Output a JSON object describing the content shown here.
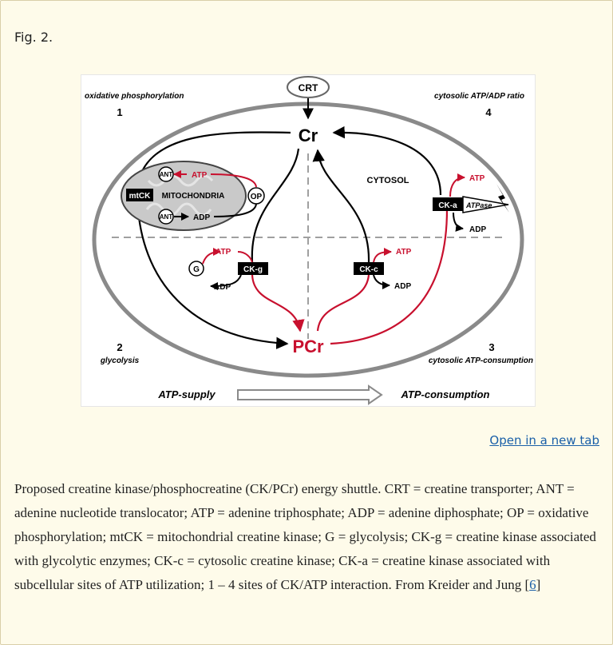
{
  "figure": {
    "label": "Fig. 2.",
    "open_link": "Open in a new tab",
    "diagram": {
      "crt": "CRT",
      "cr": "Cr",
      "pcr": "PCr",
      "cytosol": "CYTOSOL",
      "mitochondria": "MITOCHONDRIA",
      "mtck": "mtCK",
      "ant_top": "ANT",
      "ant_bottom": "ANT",
      "op": "OP",
      "atp_mito": "ATP",
      "adp_mito": "ADP",
      "ck_g": "CK-g",
      "g": "G",
      "atp_g": "ATP",
      "adp_g": "ADP",
      "ck_c": "CK-c",
      "atp_c": "ATP",
      "adp_c": "ADP",
      "ck_a": "CK-a",
      "atpase": "ATPase",
      "atp_a": "ATP",
      "adp_a": "ADP",
      "q1_label": "oxidative phosphorylation",
      "q1_num": "1",
      "q2_label": "glycolysis",
      "q2_num": "2",
      "q3_label": "cytosolic ATP-consumption",
      "q3_num": "3",
      "q4_label": "cytosolic ATP/ADP ratio",
      "q4_num": "4",
      "supply": "ATP-supply",
      "consumption": "ATP-consumption"
    }
  },
  "caption": {
    "text": "Proposed creatine kinase/phosphocreatine (CK/PCr) energy shuttle. CRT = creatine transporter; ANT = adenine nucleotide translocator; ATP = adenine triphosphate; ADP = adenine diphosphate; OP = oxidative phosphorylation; mtCK = mitochondrial creatine kinase; G = glycolysis; CK-g = creatine kinase associated with glycolytic enzymes; CK-c = cytosolic creatine kinase; CK-a = creatine kinase associated with subcellular sites of ATP utilization; 1 – 4 sites of CK/ATP interaction. From Kreider and Jung [",
    "ref": "6",
    "tail": "]"
  },
  "colors": {
    "accent_red": "#c8102e",
    "link": "#1a5fa8",
    "card_bg": "#fefbea"
  }
}
